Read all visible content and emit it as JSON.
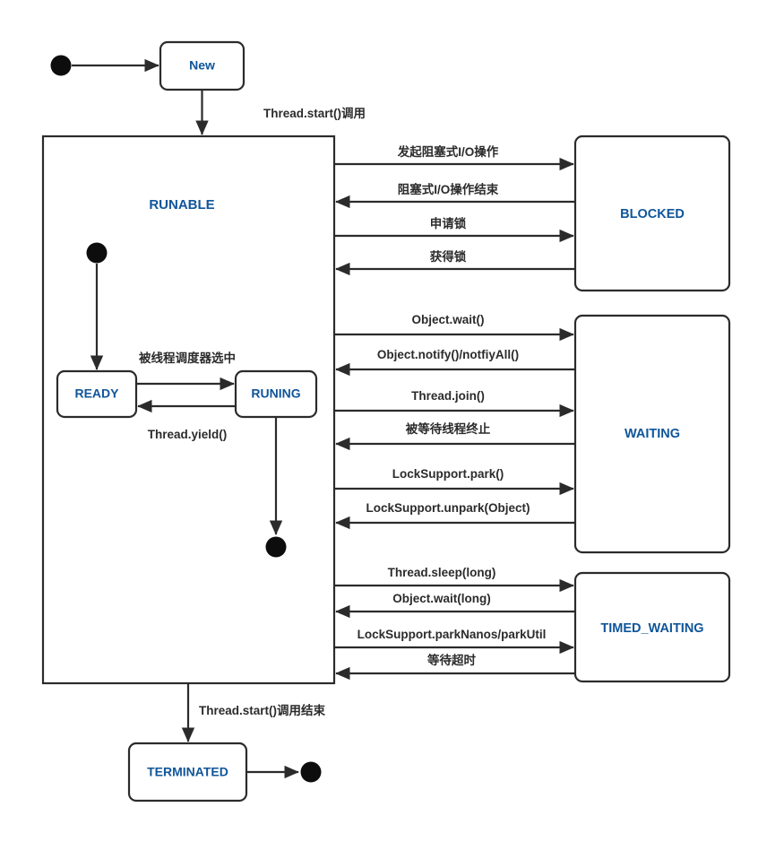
{
  "diagram": {
    "title": "Java Thread State Diagram",
    "colors": {
      "state_label": "#10559a",
      "stroke": "#2b2b2b",
      "node_fill": "#0d0d0d",
      "background": "#ffffff"
    },
    "states": {
      "new": {
        "label": "New"
      },
      "runable": {
        "label": "RUNABLE"
      },
      "ready": {
        "label": "READY"
      },
      "runing": {
        "label": "RUNING"
      },
      "blocked": {
        "label": "BLOCKED"
      },
      "waiting": {
        "label": "WAITING"
      },
      "timed_waiting": {
        "label": "TIMED_WAITING"
      },
      "terminated": {
        "label": "TERMINATED"
      }
    },
    "transitions": {
      "start_to_new": {
        "label": ""
      },
      "new_to_runable": {
        "label": "Thread.start()调用"
      },
      "ready_to_runing": {
        "label": "被线程调度器选中"
      },
      "runing_to_ready": {
        "label": "Thread.yield()"
      },
      "runable_to_terminated": {
        "label": "Thread.start()调用结束"
      },
      "blocked": [
        {
          "label": "发起阻塞式I/O操作",
          "direction": "right"
        },
        {
          "label": "阻塞式I/O操作结束",
          "direction": "left"
        },
        {
          "label": "申请锁",
          "direction": "right"
        },
        {
          "label": "获得锁",
          "direction": "left"
        }
      ],
      "waiting": [
        {
          "label": "Object.wait()",
          "direction": "right"
        },
        {
          "label": "Object.notify()/notfiyAll()",
          "direction": "left"
        },
        {
          "label": "Thread.join()",
          "direction": "right"
        },
        {
          "label": "被等待线程终止",
          "direction": "left"
        },
        {
          "label": "LockSupport.park()",
          "direction": "right"
        },
        {
          "label": "LockSupport.unpark(Object)",
          "direction": "left"
        }
      ],
      "timed_waiting": [
        {
          "label": "Thread.sleep(long)",
          "direction": "right"
        },
        {
          "label": "Object.wait(long)",
          "direction": "left"
        },
        {
          "label": "LockSupport.parkNanos/parkUtil",
          "direction": "right"
        },
        {
          "label": "等待超时",
          "direction": "left"
        }
      ]
    },
    "pseudo_nodes": {
      "initial_outer": "initial-state-node",
      "initial_inner": "initial-state-node-runable",
      "final_inner": "final-state-node-runable",
      "final_outer": "final-state-node"
    }
  }
}
